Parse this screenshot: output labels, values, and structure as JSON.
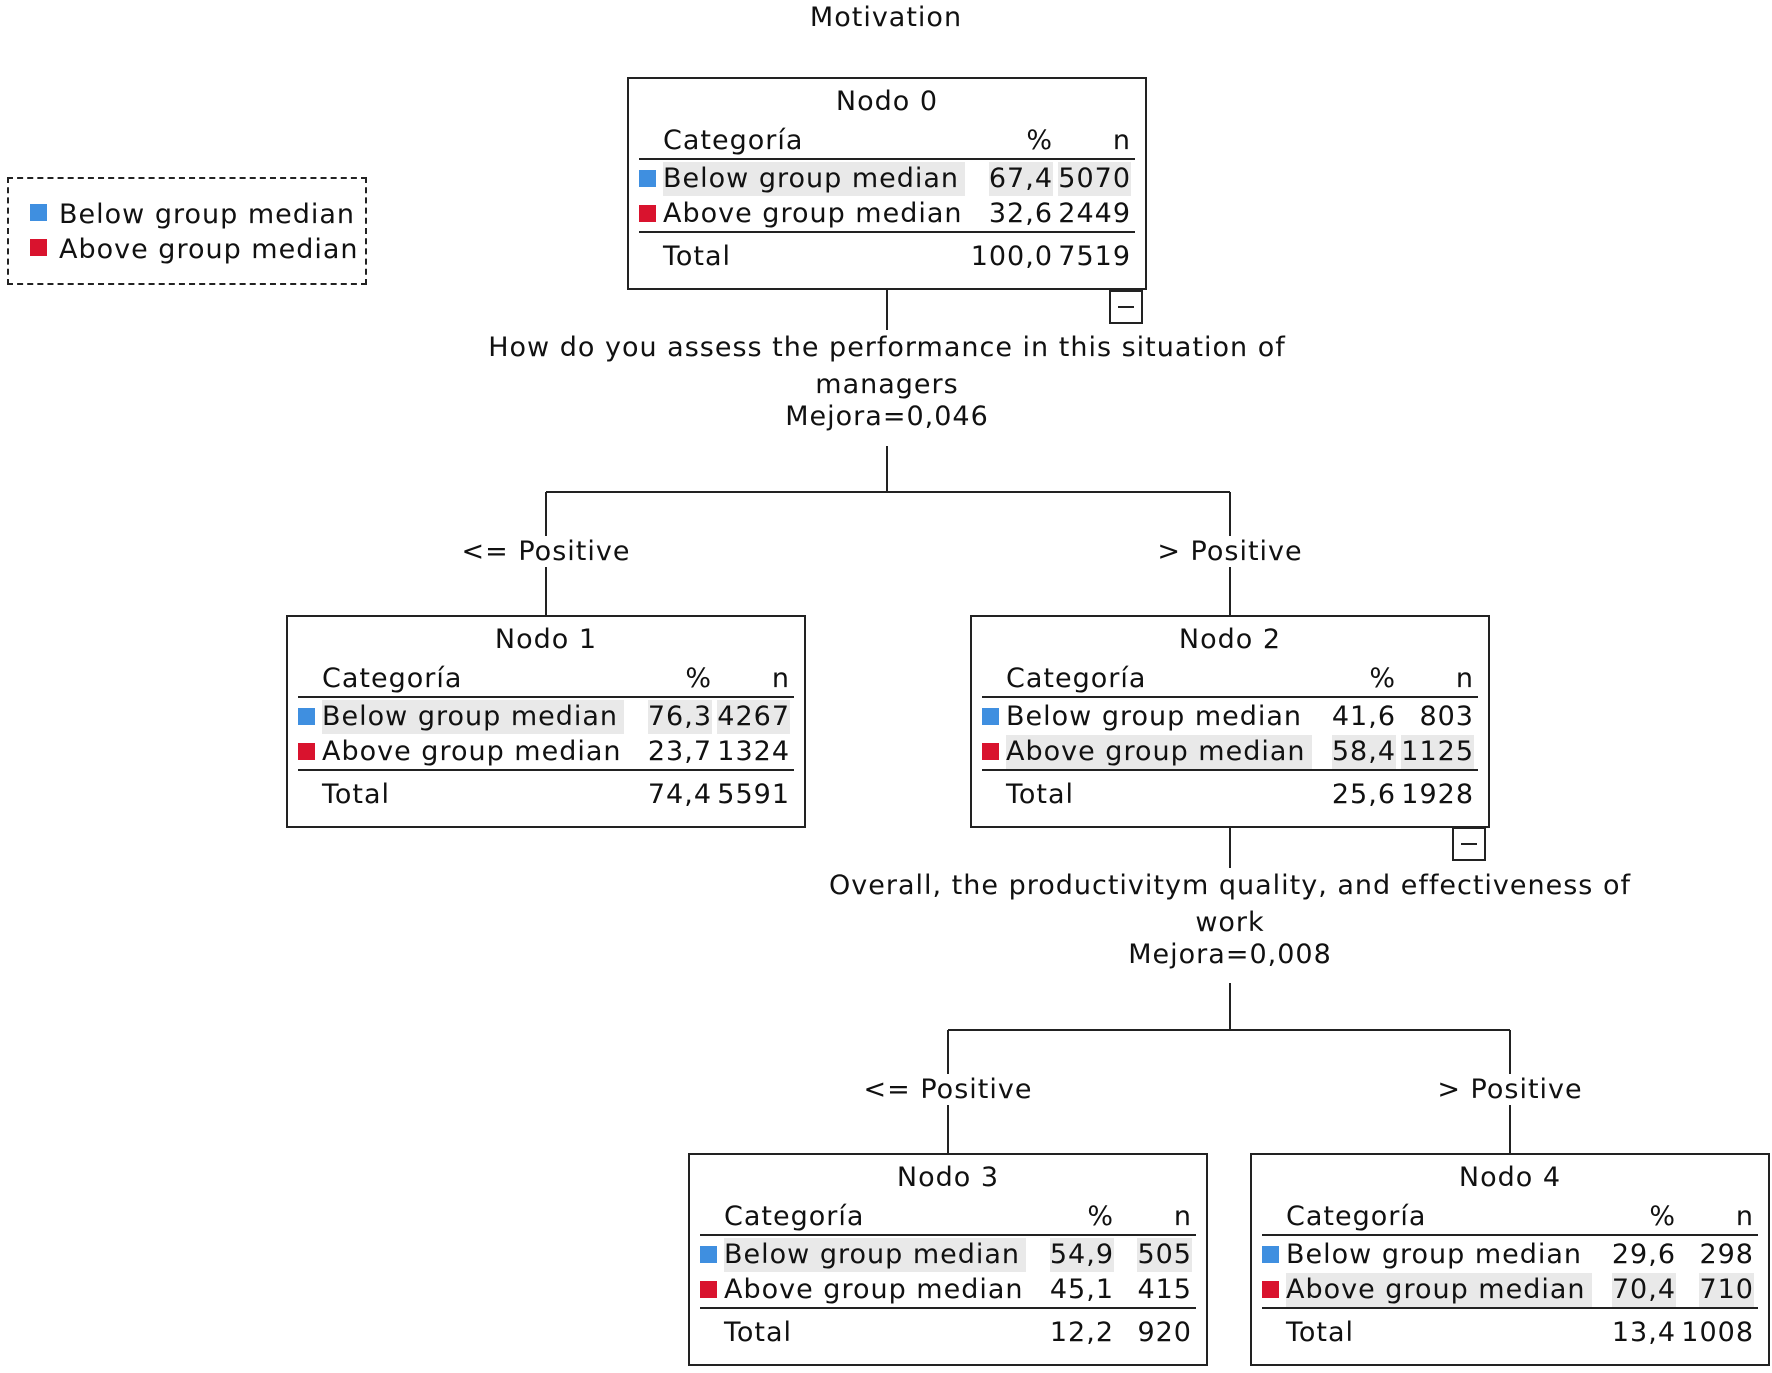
{
  "title": "Motivation",
  "legend": {
    "items": [
      {
        "label": "Below group median",
        "color": "#3f8fe0"
      },
      {
        "label": "Above group median",
        "color": "#d9132e"
      }
    ]
  },
  "table_headers": {
    "category": "Categoría",
    "pct": "%",
    "n": "n"
  },
  "nodes": [
    {
      "title": "Nodo 0",
      "rows": [
        {
          "category": "Below group median",
          "pct": "67,4",
          "n": "5070"
        },
        {
          "category": "Above group median",
          "pct": "32,6",
          "n": "2449"
        }
      ],
      "total": {
        "label": "Total",
        "pct": "100,0",
        "n": "7519"
      }
    },
    {
      "title": "Nodo 1",
      "rows": [
        {
          "category": "Below group median",
          "pct": "76,3",
          "n": "4267"
        },
        {
          "category": "Above group median",
          "pct": "23,7",
          "n": "1324"
        }
      ],
      "total": {
        "label": "Total",
        "pct": "74,4",
        "n": "5591"
      }
    },
    {
      "title": "Nodo 2",
      "rows": [
        {
          "category": "Below group median",
          "pct": "41,6",
          "n": "803"
        },
        {
          "category": "Above group median",
          "pct": "58,4",
          "n": "1125"
        }
      ],
      "total": {
        "label": "Total",
        "pct": "25,6",
        "n": "1928"
      }
    },
    {
      "title": "Nodo 3",
      "rows": [
        {
          "category": "Below group median",
          "pct": "54,9",
          "n": "505"
        },
        {
          "category": "Above group median",
          "pct": "45,1",
          "n": "415"
        }
      ],
      "total": {
        "label": "Total",
        "pct": "12,2",
        "n": "920"
      }
    },
    {
      "title": "Nodo 4",
      "rows": [
        {
          "category": "Below group median",
          "pct": "29,6",
          "n": "298"
        },
        {
          "category": "Above group median",
          "pct": "70,4",
          "n": "710"
        }
      ],
      "total": {
        "label": "Total",
        "pct": "13,4",
        "n": "1008"
      }
    }
  ],
  "splits": [
    {
      "line1": "How do you assess the performance in this situation of",
      "line2": "managers",
      "improvement": "Mejora=0,046",
      "left_branch": "<= Positive",
      "right_branch": "> Positive"
    },
    {
      "line1": "Overall, the productivitym quality, and effectiveness of",
      "line2": "work",
      "improvement": "Mejora=0,008",
      "left_branch": "<= Positive",
      "right_branch": "> Positive"
    }
  ]
}
